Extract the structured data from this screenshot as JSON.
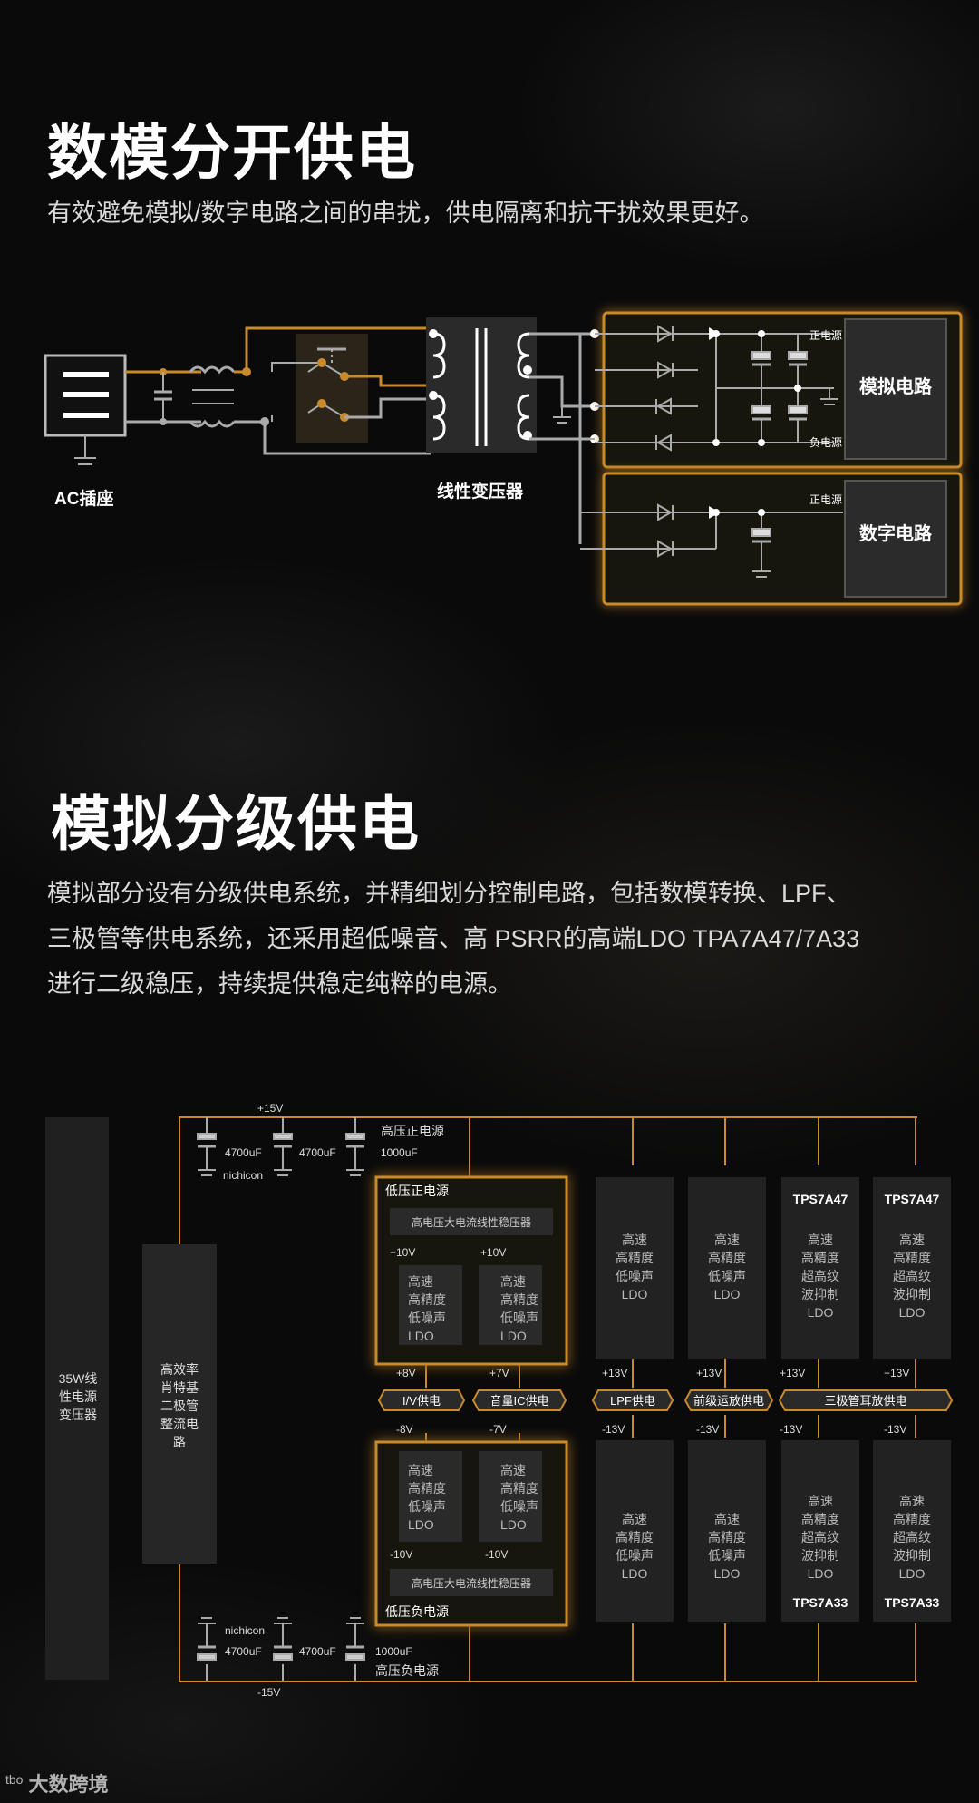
{
  "section1": {
    "title": "数模分开供电",
    "desc": "有效避免模拟/数字电路之间的串扰，供电隔离和抗干扰效果更好。",
    "labels": {
      "ac": "AC插座",
      "transformer": "线性变压器",
      "analog": "模拟电路",
      "digital": "数字电路",
      "pos1": "正电源",
      "neg1": "负电源",
      "pos2": "正电源"
    }
  },
  "section2": {
    "title": "模拟分级供电",
    "desc_lines": [
      "模拟部分设有分级供电系统，并精细划分控制电路，包括数模转换、LPF、",
      "三极管等供电系统，还采用超低噪音、高 PSRR的高端LDO TPA7A47/7A33",
      "进行二级稳压，持续提供稳定纯粹的电源。"
    ]
  },
  "diagram2": {
    "transformer": [
      "35W线",
      "性电源",
      "变压器"
    ],
    "rectifier": [
      "高效率",
      "肖特基",
      "二极管",
      "整流电",
      "路"
    ],
    "top_rail": "+15V",
    "bottom_rail": "-15V",
    "caps_top": [
      "4700uF",
      "4700uF",
      "1000uF"
    ],
    "caps_bottom": [
      "4700uF",
      "4700uF",
      "1000uF"
    ],
    "nichicon": "nichicon",
    "hv_pos": "高压正电源",
    "hv_neg": "高压负电源",
    "lv_pos": "低压正电源",
    "lv_neg": "低压负电源",
    "hv_reg": "高电压大电流线性稳压器",
    "ldo": [
      "高速",
      "高精度",
      "低噪声",
      "LDO"
    ],
    "ldo_tps": [
      "高速",
      "高精度",
      "超高纹",
      "波抑制",
      "LDO"
    ],
    "tps_top": "TPS7A47",
    "tps_bottom": "TPS7A33",
    "v_p10": "+10V",
    "v_n10": "-10V",
    "v_p8": "+8V",
    "v_n8": "-8V",
    "v_p7": "+7V",
    "v_n7": "-7V",
    "v_p13": "+13V",
    "v_n13": "-13V",
    "out_iv": "I/V供电",
    "out_audio": "音量IC供电",
    "out_lpf": "LPF供电",
    "out_preamp": "前级运放供电",
    "out_transistor": "三极管耳放供电"
  },
  "watermark": "大数跨境",
  "colors": {
    "accent": "#c98a2c",
    "wire": "#a9a9a9",
    "box": "#262626"
  }
}
